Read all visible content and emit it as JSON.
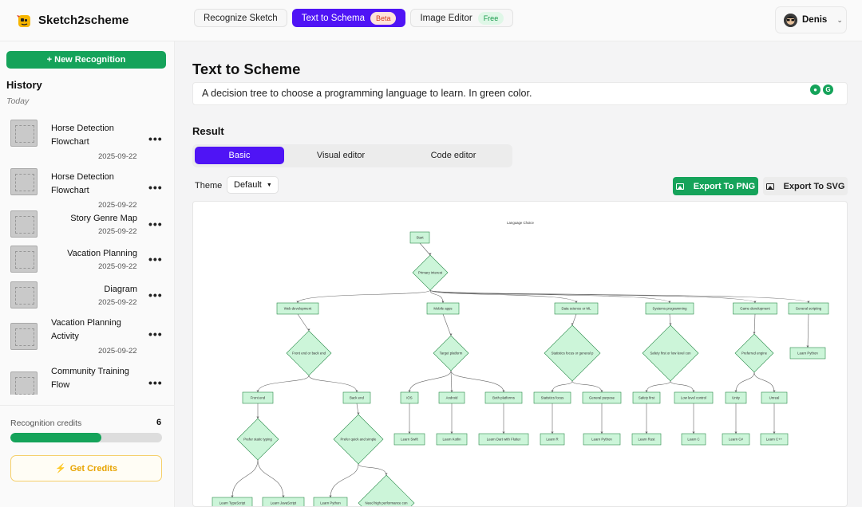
{
  "app": {
    "name": "Sketch2scheme"
  },
  "nav": {
    "tabs": [
      {
        "label": "Recognize Sketch",
        "badge": ""
      },
      {
        "label": "Text to Schema",
        "badge": "Beta"
      },
      {
        "label": "Image Editor",
        "badge": "Free"
      }
    ]
  },
  "user": {
    "name": "Denis"
  },
  "sidebar": {
    "new_button": "+ New Recognition",
    "history_title": "History",
    "history_group": "Today",
    "items": [
      {
        "name": "Horse Detection Flowchart",
        "date": "2025-09-22"
      },
      {
        "name": "Horse Detection Flowchart",
        "date": "2025-09-22"
      },
      {
        "name": "Story Genre Map",
        "date": "2025-09-22"
      },
      {
        "name": "Vacation Planning",
        "date": "2025-09-22"
      },
      {
        "name": "Diagram",
        "date": "2025-09-22"
      },
      {
        "name": "Vacation Planning Activity",
        "date": "2025-09-22"
      },
      {
        "name": "Community Training Flow",
        "date": ""
      }
    ],
    "credits_label": "Recognition credits",
    "credits_count": "6",
    "credits_fraction": 0.6,
    "get_credits": "Get Credits"
  },
  "main": {
    "title": "Text to Scheme",
    "prompt": "A decision tree to choose a programming language to learn. In green color.",
    "result_title": "Result",
    "tabs": [
      "Basic",
      "Visual editor",
      "Code editor"
    ],
    "theme_label": "Theme",
    "theme_value": "Default",
    "export_png": "Export To PNG",
    "export_svg": "Export To SVG"
  },
  "diagram": {
    "title": "Language Choice",
    "fill": "#ccf5d9",
    "stroke": "#2a8a4a",
    "nodes": {
      "start": "Start",
      "primary": "Primary interest",
      "web": "Web development",
      "mobile": "Mobile apps",
      "data": "Data science or ML",
      "systems": "Systems programming",
      "game": "Game development",
      "general": "General scripting",
      "fe_be": "Front end or back end",
      "target": "Target platform",
      "stats_q": "Statistics focus or general p",
      "safety_q": "Safety first or low level con",
      "engine_q": "Preferred engine",
      "learn_python_gen": "Learn Python",
      "front_end": "Front end",
      "back_end": "Back end",
      "ios": "iOS",
      "android": "Android",
      "both": "Both platforms",
      "stats": "Statistics focus",
      "general_purpose": "General purpose",
      "safety": "Safety first",
      "lowlevel": "Low level control",
      "unity": "Unity",
      "unreal": "Unreal",
      "static_q": "Prefer static typing",
      "quick_q": "Prefer quick and simple",
      "swift": "Learn Swift",
      "kotlin": "Learn Kotlin",
      "dart": "Learn Dart with Flutter",
      "r": "Learn R",
      "py_ds": "Learn Python",
      "rust": "Learn Rust",
      "c": "Learn C",
      "csharp": "Learn C#",
      "cpp": "Learn C++",
      "ts": "Learn TypeScript",
      "js": "Learn JavaScript",
      "py_be": "Learn Python",
      "perf_q": "Need high performance con"
    }
  }
}
